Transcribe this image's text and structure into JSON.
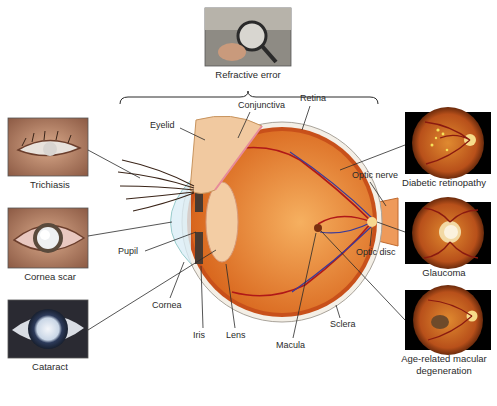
{
  "diagram": {
    "nodes": [
      {
        "text": [
          "Refractive error"
        ]
      },
      {
        "text": [
          "Trichiasis"
        ]
      },
      {
        "text": [
          "Cornea scar"
        ]
      },
      {
        "text": [
          "Cataract"
        ]
      },
      {
        "text": [
          "Diabetic retinopathy"
        ]
      },
      {
        "text": [
          "Glaucoma"
        ]
      },
      {
        "text": [
          "Age-related macular degeneration"
        ]
      }
    ],
    "labels": [
      "Eyelid",
      "Conjunctiva",
      "Retina",
      "Optic nerve",
      "Pupil",
      "Optic disc",
      "Cornea",
      "Iris",
      "Lens",
      "Macula",
      "Sclera"
    ]
  }
}
